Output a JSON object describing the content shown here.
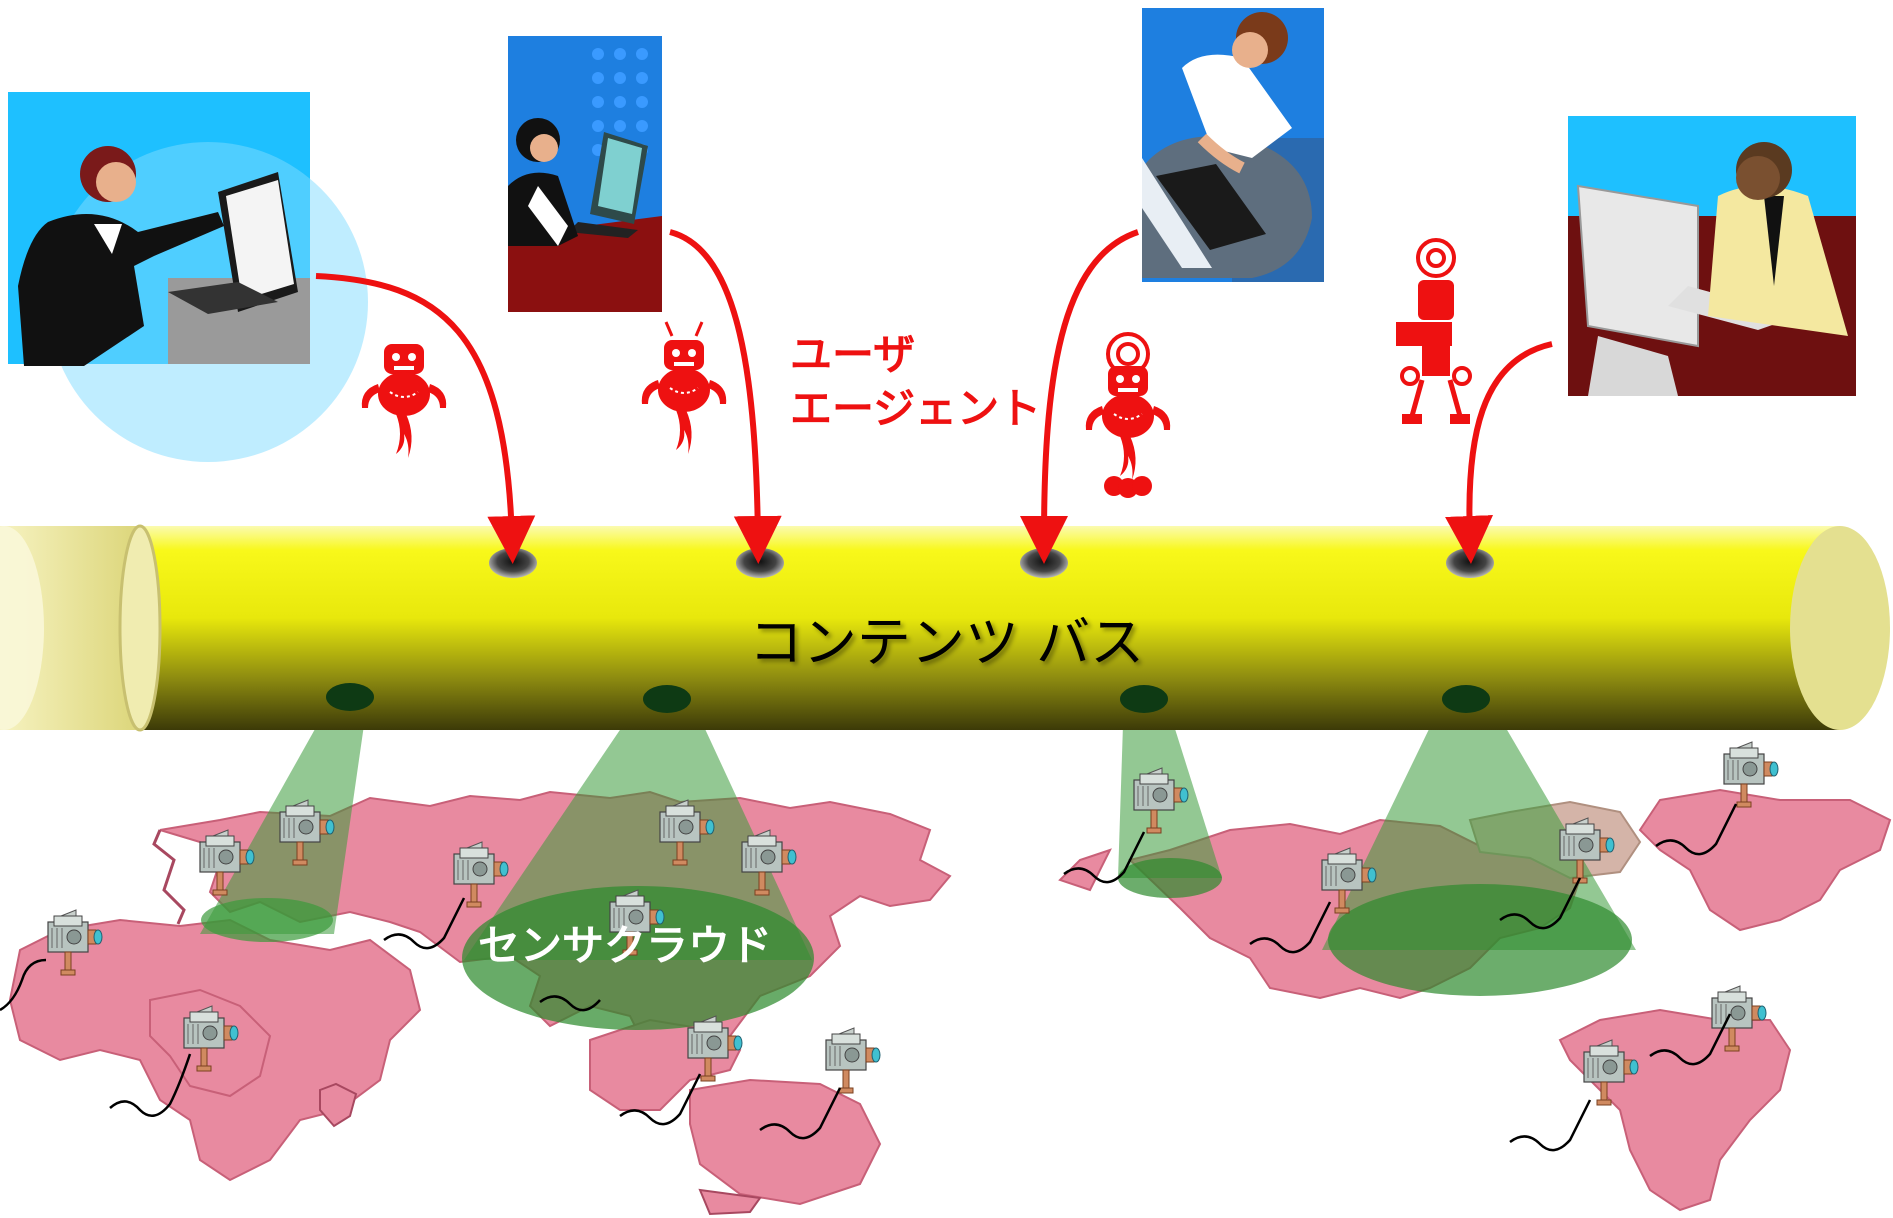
{
  "diagram": {
    "bus_label": "コンテンツ バス",
    "agent_label_line1": "ユーザ",
    "agent_label_line2": "エージェント",
    "sensor_cloud_label": "センサクラウド",
    "colors": {
      "bus": "#f4f40a",
      "arrow": "#ee1111",
      "robot": "#ee1111",
      "map": "#e88aa0",
      "cloud": "#3a9a3a",
      "tile_blue": "#1ec0ff",
      "tile_red_bg": "#8b1010"
    },
    "users": [
      {
        "icon": "woman-laptop-icon"
      },
      {
        "icon": "woman-office-laptop-icon"
      },
      {
        "icon": "woman-typing-icon"
      },
      {
        "icon": "man-desktop-icon"
      }
    ],
    "agents": [
      {
        "icon": "robot-icon"
      },
      {
        "icon": "robot-icon"
      },
      {
        "icon": "robot-icon"
      },
      {
        "icon": "robot-icon"
      }
    ],
    "sensor_icon": "camera-sensor-icon"
  }
}
